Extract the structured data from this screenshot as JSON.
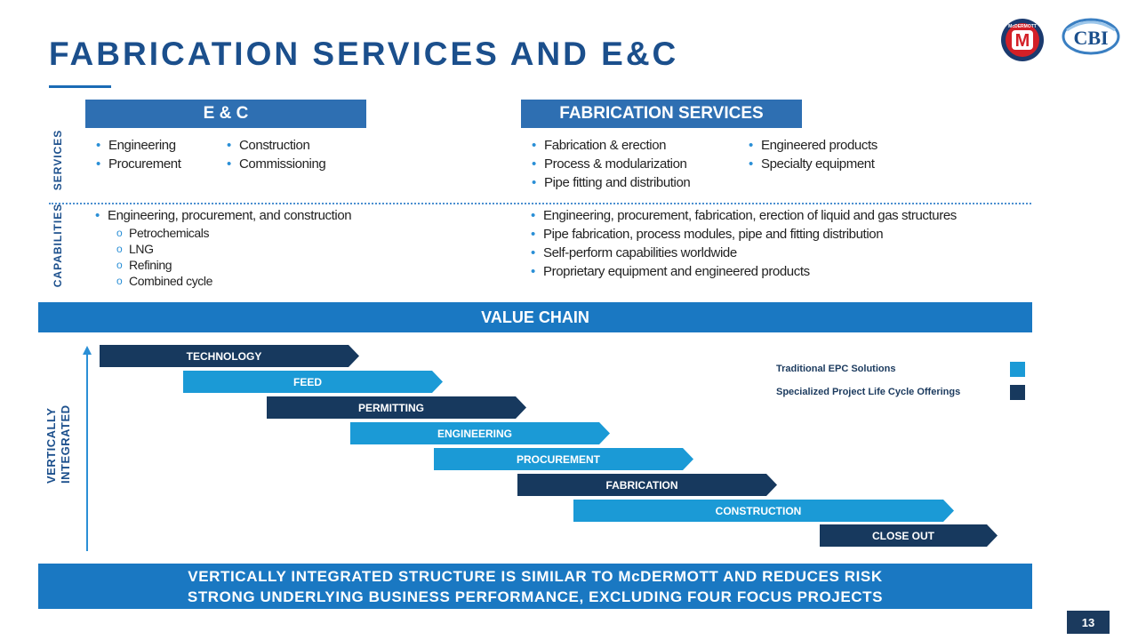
{
  "title": "FABRICATION SERVICES AND E&C",
  "logos": {
    "left": "McDERMOTT",
    "left_mark": "M",
    "right": "CBI"
  },
  "headers": {
    "ec": "E & C",
    "fab": "FABRICATION SERVICES"
  },
  "row_labels": {
    "services": "SERVICES",
    "capabilities": "CAPABILITIES"
  },
  "ec_services_col1": [
    "Engineering",
    "Procurement"
  ],
  "ec_services_col2": [
    "Construction",
    "Commissioning"
  ],
  "fab_services_col1": [
    "Fabrication & erection",
    "Process & modularization",
    "Pipe fitting and distribution"
  ],
  "fab_services_col2": [
    "Engineered products",
    "Specialty equipment"
  ],
  "ec_capabilities": {
    "main": "Engineering, procurement, and construction",
    "sub": [
      "Petrochemicals",
      "LNG",
      "Refining",
      "Combined cycle"
    ]
  },
  "fab_capabilities": [
    "Engineering, procurement, fabrication, erection of liquid and gas structures",
    "Pipe fabrication, process modules, pipe and fitting distribution",
    "Self-perform capabilities worldwide",
    "Proprietary equipment and engineered products"
  ],
  "value_chain": {
    "title": "VALUE CHAIN",
    "vertical_label": "VERTICALLY INTEGRATED",
    "steps": [
      {
        "label": "TECHNOLOGY",
        "style": "dark"
      },
      {
        "label": "FEED",
        "style": "light"
      },
      {
        "label": "PERMITTING",
        "style": "dark"
      },
      {
        "label": "ENGINEERING",
        "style": "light"
      },
      {
        "label": "PROCUREMENT",
        "style": "light"
      },
      {
        "label": "FABRICATION",
        "style": "dark"
      },
      {
        "label": "CONSTRUCTION",
        "style": "light"
      },
      {
        "label": "CLOSE OUT",
        "style": "dark"
      }
    ],
    "legend": [
      {
        "label": "Traditional EPC Solutions",
        "color": "#1b9ad6"
      },
      {
        "label": "Specialized Project Life Cycle Offerings",
        "color": "#17395e"
      }
    ]
  },
  "bottom_lines": [
    "VERTICALLY INTEGRATED STRUCTURE IS SIMILAR TO McDERMOTT AND REDUCES RISK",
    "STRONG UNDERLYING BUSINESS PERFORMANCE, EXCLUDING FOUR FOCUS PROJECTS"
  ],
  "page_number": "13",
  "colors": {
    "title": "#1b4f8c",
    "header": "#2e6fb2",
    "bar": "#1a78c2",
    "dark_step": "#17395e",
    "light_step": "#1b9ad6"
  }
}
